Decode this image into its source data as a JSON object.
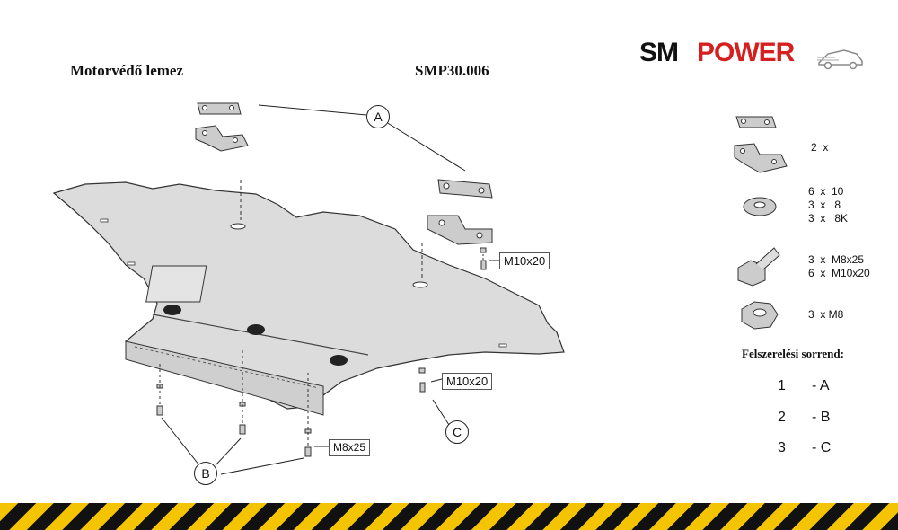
{
  "header": {
    "title": "Motorvédő lemez",
    "code": "SMP30.006"
  },
  "logo": {
    "part1": "SM",
    "part2": "POWER",
    "accent_color": "#d61f1f"
  },
  "callouts": {
    "a": "A",
    "b": "B",
    "c": "C",
    "bolt_top": "M10x20",
    "bolt_mid": "M10x20",
    "bolt_bottom": "M8x25"
  },
  "parts": {
    "brackets_qty": "2  x",
    "washers": "6  x  10\n3  x   8\n3  x   8K",
    "bolts": "3  x  M8x25\n6  x  M10x20",
    "nuts": "3  x M8"
  },
  "sequence": {
    "title": "Felszerelési sorrend:",
    "steps": [
      {
        "n": "1",
        "label": "- A"
      },
      {
        "n": "2",
        "label": "- B"
      },
      {
        "n": "3",
        "label": "- C"
      }
    ]
  }
}
